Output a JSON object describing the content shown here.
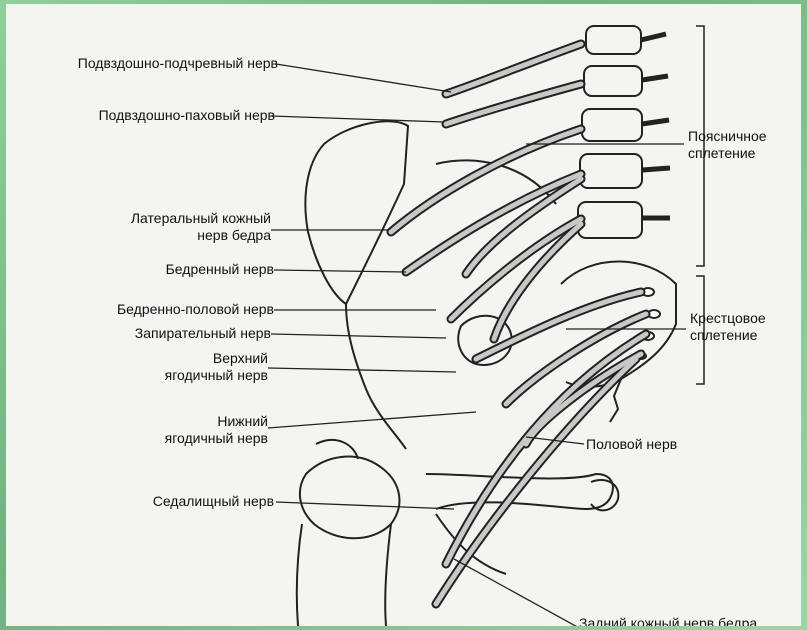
{
  "labels_left": [
    {
      "id": "iliohypogastric",
      "lines": [
        "Подвздошно-подчревный нерв"
      ]
    },
    {
      "id": "ilioinguinal",
      "lines": [
        "Подвздошно-паховый нерв"
      ]
    },
    {
      "id": "lat-cutaneous",
      "lines": [
        "Латеральный кожный",
        "нерв бедра"
      ]
    },
    {
      "id": "femoral",
      "lines": [
        "Бедренный нерв"
      ]
    },
    {
      "id": "genitofemoral",
      "lines": [
        "Бедренно-половой нерв"
      ]
    },
    {
      "id": "obturator",
      "lines": [
        "Запирательный нерв"
      ]
    },
    {
      "id": "sup-gluteal",
      "lines": [
        "Верхний",
        "ягодичный нерв"
      ]
    },
    {
      "id": "inf-gluteal",
      "lines": [
        "Нижний",
        "ягодичный нерв"
      ]
    },
    {
      "id": "sciatic",
      "lines": [
        "Седалищный нерв"
      ]
    }
  ],
  "labels_right": [
    {
      "id": "lumbar-plexus",
      "lines": [
        "Поясничное",
        "сплетение"
      ]
    },
    {
      "id": "sacral-plexus",
      "lines": [
        "Крестцовое",
        "сплетение"
      ]
    },
    {
      "id": "pudendal",
      "lines": [
        "Половой нерв"
      ]
    },
    {
      "id": "post-cutaneous",
      "lines": [
        "Задний кожный нерв бедра"
      ]
    }
  ],
  "colors": {
    "frame": "#7fbf8a",
    "paper": "#f4f4f0",
    "ink": "#111111",
    "nerve_fill": "#c8c8c8"
  }
}
